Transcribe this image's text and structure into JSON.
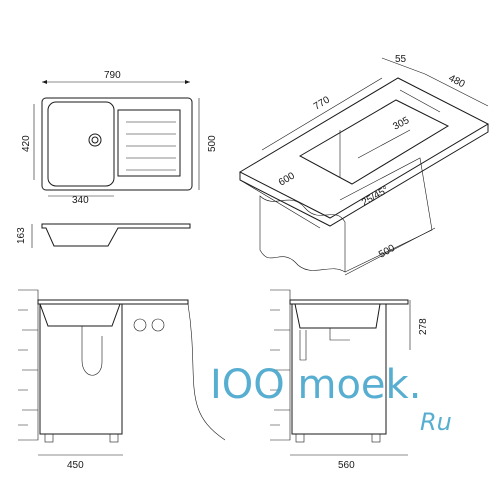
{
  "dimensions": {
    "top_width": "790",
    "depth": "500",
    "bowl_height": "420",
    "bowl_width": "340",
    "profile_height": "163",
    "persp_thickness": "55",
    "persp_depth": "480",
    "persp_length": "770",
    "persp_bowl": "305",
    "persp_front": "600",
    "persp_angle": "25/45°",
    "persp_cabinet": "500",
    "cab_left_width": "450",
    "cab_right_width": "560",
    "cab_right_height": "278"
  },
  "watermark": {
    "main": "IOO moek.",
    "sub": "Ru",
    "color": "#3aa0c8"
  }
}
